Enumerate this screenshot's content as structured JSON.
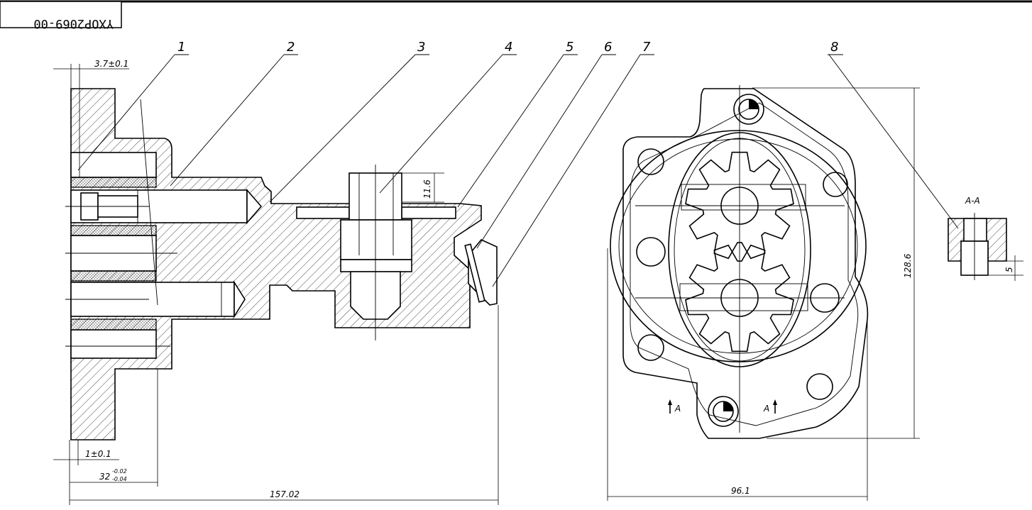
{
  "title_block": {
    "drawing_number": "YXOP2069-00"
  },
  "part_labels": [
    "1",
    "2",
    "3",
    "4",
    "5",
    "6",
    "7",
    "8"
  ],
  "dimensions": {
    "offset_top": "3.7±0.1",
    "offset_bottom": "1±0.1",
    "bore_dia": "32",
    "bore_tol_upper": "-0.02",
    "bore_tol_lower": "-0.04",
    "overall_length": "157.02",
    "bolt_depth": "11.6",
    "front_width": "96.1",
    "front_height": "128.6",
    "detail_depth": "5"
  },
  "section": {
    "label": "A-A",
    "marker_left": "A",
    "marker_right": "A"
  }
}
